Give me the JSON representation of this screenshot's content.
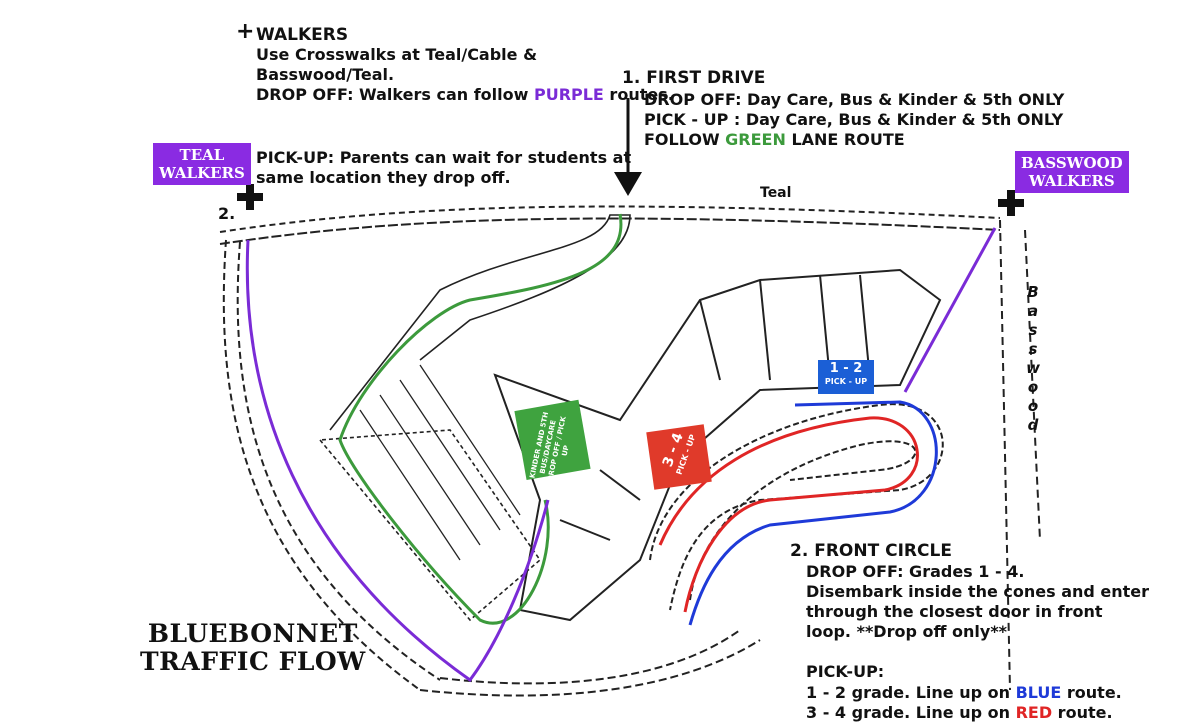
{
  "walkers": {
    "header": "WALKERS",
    "line1": "Use Crosswalks at Teal/Cable &",
    "line2": "Basswood/Teal.",
    "line3_prefix": "DROP OFF: Walkers can follow ",
    "line3_highlight": "PURPLE",
    "line3_suffix": " routes."
  },
  "pickup_note": {
    "line1": "PICK-UP: Parents can wait for students at",
    "line2": "same location they drop off."
  },
  "first_drive": {
    "number": "1.",
    "header": "FIRST DRIVE",
    "dropoff": "DROP OFF: Day Care, Bus & Kinder & 5th ONLY",
    "pickup": "PICK - UP : Day Care, Bus & Kinder & 5th ONLY",
    "follow_prefix": "FOLLOW ",
    "follow_highlight": "GREEN",
    "follow_suffix": " LANE ROUTE"
  },
  "teal_walkers": {
    "line1": "TEAL",
    "line2": "WALKERS"
  },
  "basswood_walkers": {
    "line1": "BASSWOOD",
    "line2": "WALKERS"
  },
  "streets": {
    "teal": "Teal",
    "basswood_letters": [
      "B",
      "a",
      "s",
      "s",
      "w",
      "o",
      "o",
      "d"
    ]
  },
  "marker_two": "2.",
  "zones": {
    "grades_12": {
      "title": "1 - 2",
      "subtitle": "PICK - UP"
    },
    "grades_34": {
      "title": "3 - 4",
      "subtitle": "PICK - UP"
    },
    "kinder": {
      "title": "KINDER AND 5TH",
      "line2": "BUS/DAYCARE",
      "line3": "DROP OFF / PICK UP"
    }
  },
  "front_circle": {
    "number": "2.",
    "header": "FRONT CIRCLE",
    "dropoff": "DROP OFF: Grades 1 - 4.",
    "line2": "Disembark inside the cones and enter",
    "line3": "through the closest door in front",
    "line4": "loop. **Drop off only**",
    "pickup_header": "PICK-UP:",
    "pickup1_prefix": "1 - 2 grade. Line up on ",
    "pickup1_highlight": "BLUE",
    "pickup1_suffix": " route.",
    "pickup2_prefix": "3 - 4 grade. Line up on ",
    "pickup2_highlight": "RED",
    "pickup2_suffix": " route."
  },
  "map_title": {
    "line1": "BLUEBONNET",
    "line2": "TRAFFIC FLOW"
  },
  "colors": {
    "purple": "#7a2bd6",
    "green": "#3c9a3c",
    "blue": "#1e3ad8",
    "red": "#e02525",
    "label_purple": "#8a2be2",
    "kinder_green": "#3fa33f",
    "red_zone": "#e03a2a",
    "blue_zone": "#1b5fd6"
  },
  "icons": [
    "plus-walker-icon",
    "down-arrow-icon",
    "cross-marker-icon"
  ]
}
